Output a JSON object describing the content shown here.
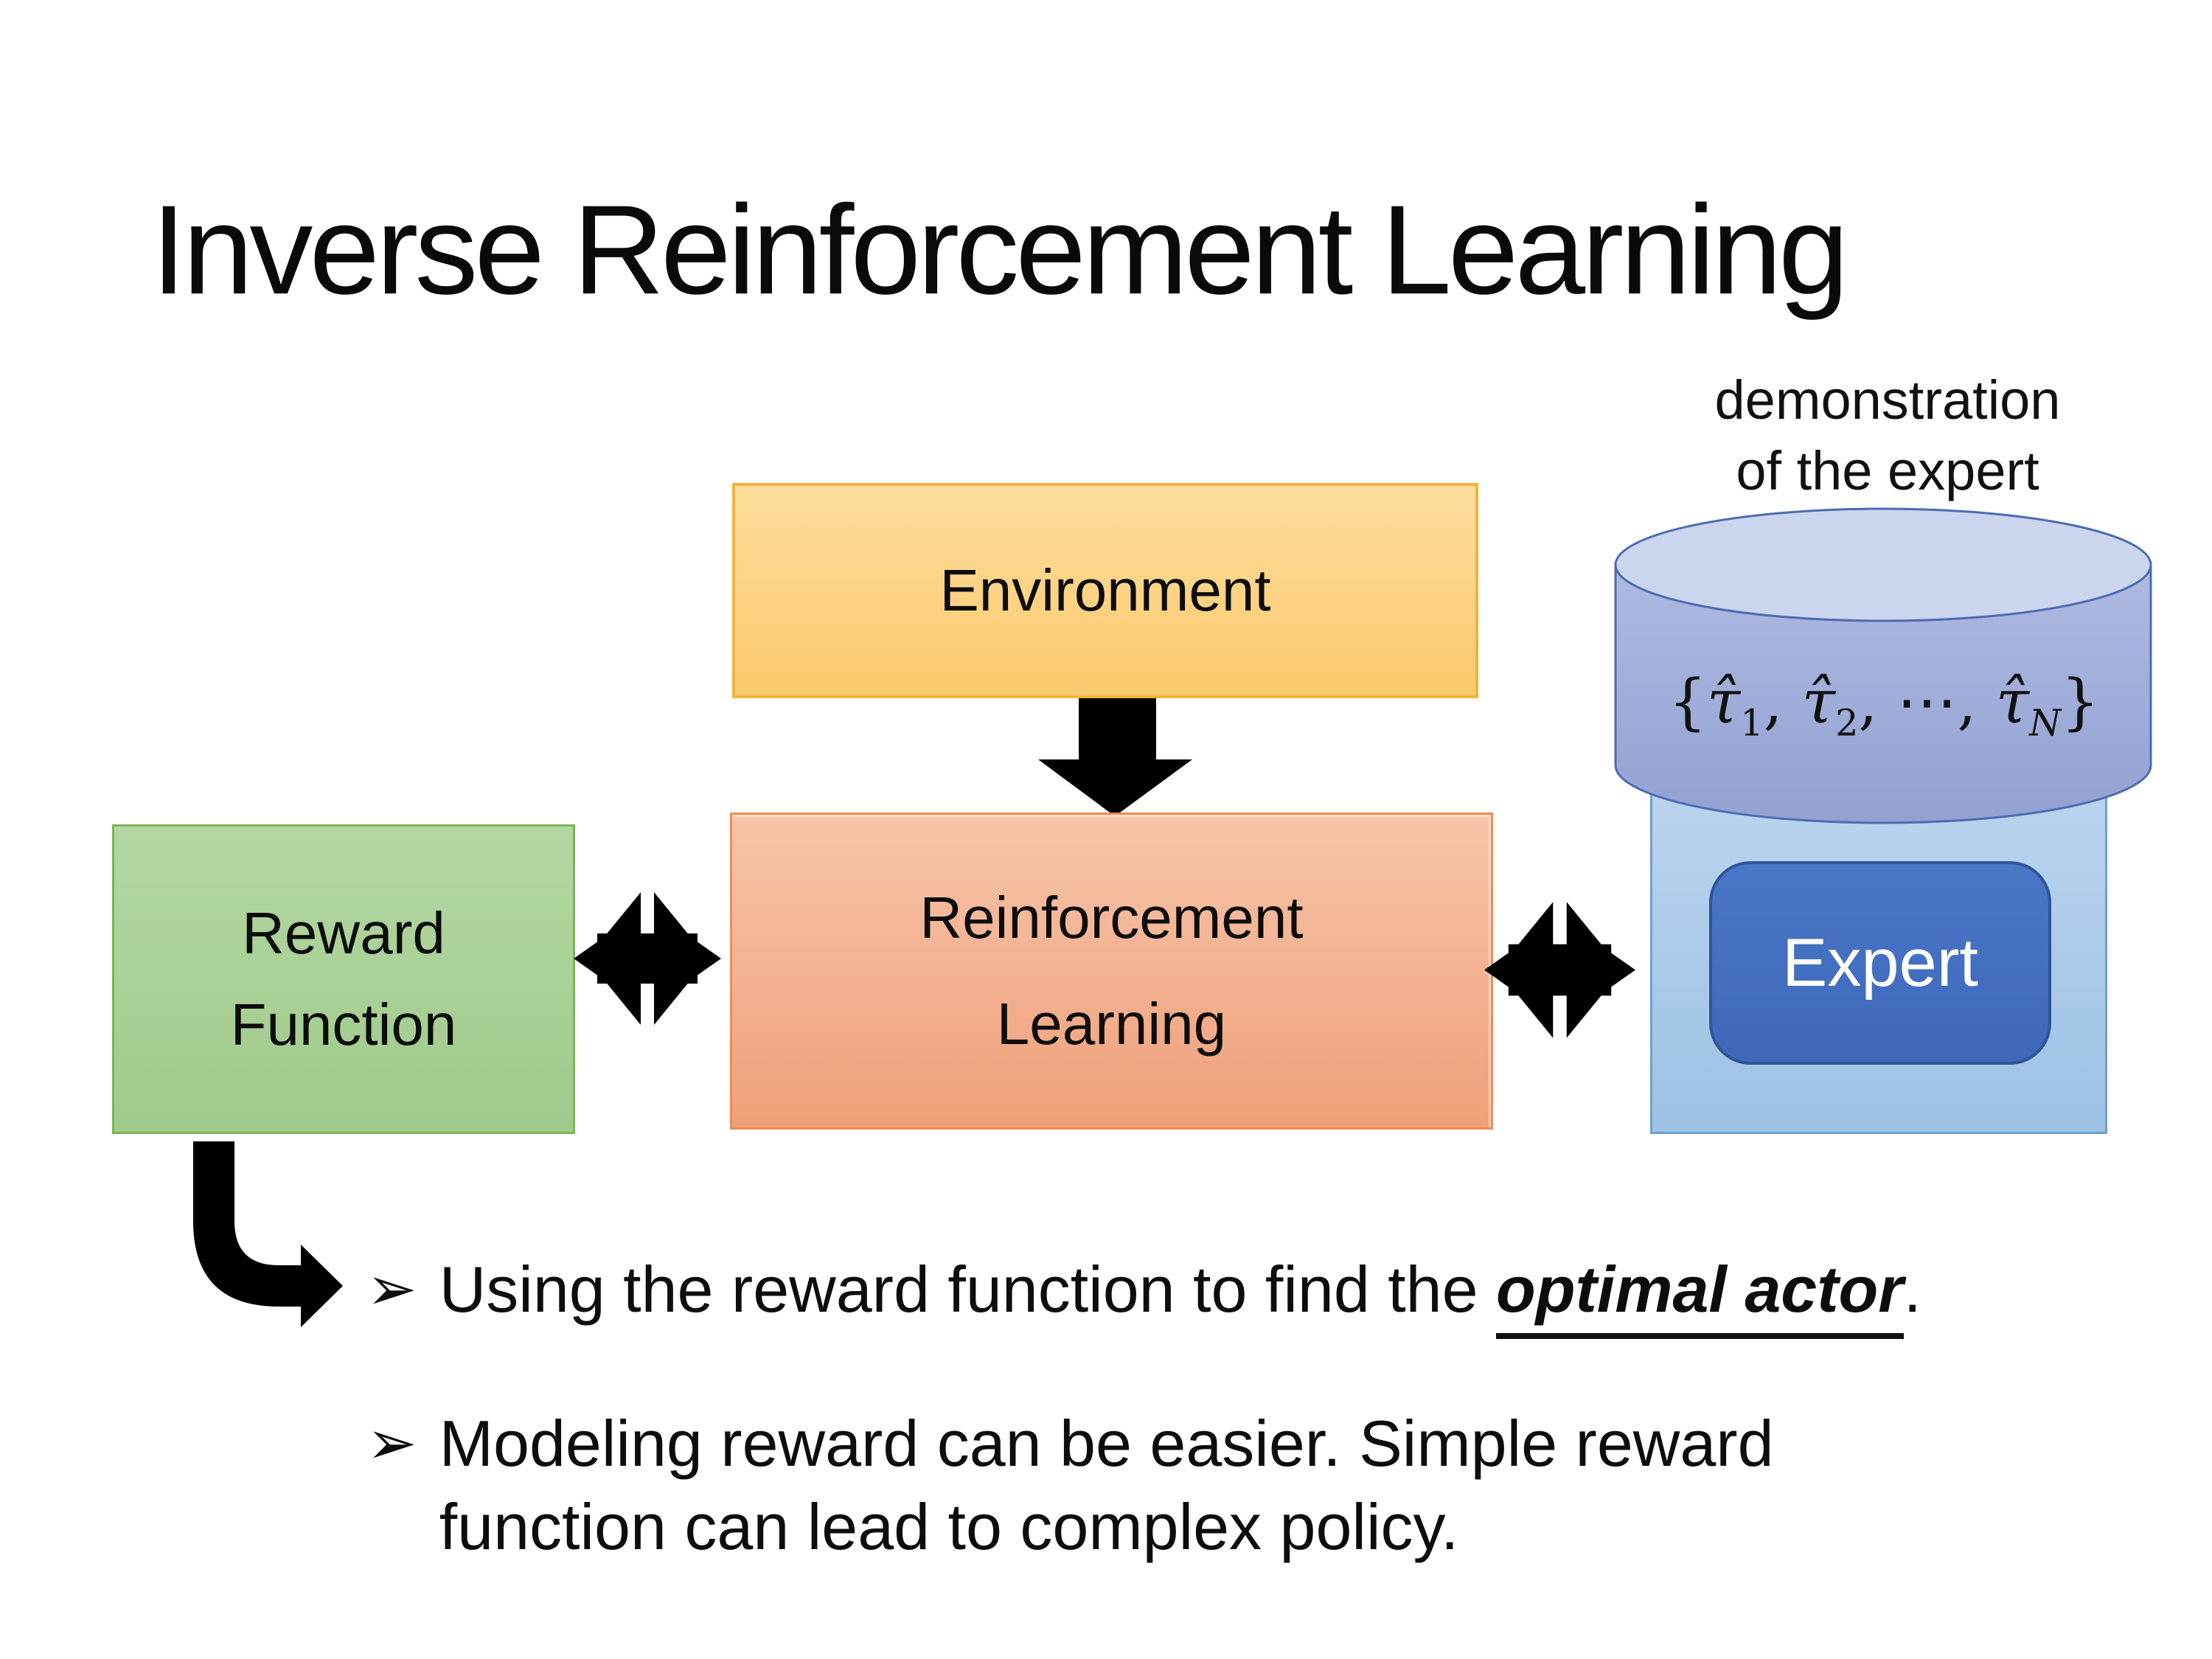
{
  "slide": {
    "title": "Inverse Reinforcement Learning",
    "background_color": "#ffffff"
  },
  "diagram": {
    "demo_label": {
      "line1": "demonstration",
      "line2": "of the expert"
    },
    "environment": {
      "label": "Environment",
      "fill_top": "#fdde9d",
      "fill_bottom": "#fbc96d",
      "border_color": "#f2b33c"
    },
    "reward_function": {
      "label_line1": "Reward",
      "label_line2": "Function",
      "fill_top": "#b3d7a3",
      "fill_bottom": "#a0ca8b",
      "border_color": "#7db356"
    },
    "reinforcement_learning": {
      "label_line1": "Reinforcement",
      "label_line2": "Learning",
      "fill_top": "#f7c4a9",
      "fill_bottom": "#efa079",
      "border_color": "#ed8c52"
    },
    "expert": {
      "label": "Expert",
      "button_fill": "#4472c4",
      "button_border": "#2f5597",
      "container_fill_top": "#bed6ef",
      "container_fill_bottom": "#9cc2e5",
      "container_border": "#6f9fd4"
    },
    "dataset_cylinder": {
      "fill_top_ellipse": "#cbd5ee",
      "fill_body_top": "#a9b4df",
      "fill_body_bottom": "#95a3d3",
      "stroke_color": "#4d6bb3",
      "formula": {
        "open": "{",
        "tau": "τ̂",
        "sub1": "1",
        "sub2": "2",
        "comma": ",",
        "dots": "⋯",
        "subN": "N",
        "close": "}"
      }
    },
    "arrow_color": "#000000"
  },
  "bullets": {
    "marker": "➢",
    "item1": {
      "prefix": "Using the reward function to find the ",
      "highlight": "optimal actor",
      "suffix": "."
    },
    "item2": {
      "line1": "Modeling reward can be easier. Simple reward",
      "line2": "function can lead to complex policy."
    }
  }
}
